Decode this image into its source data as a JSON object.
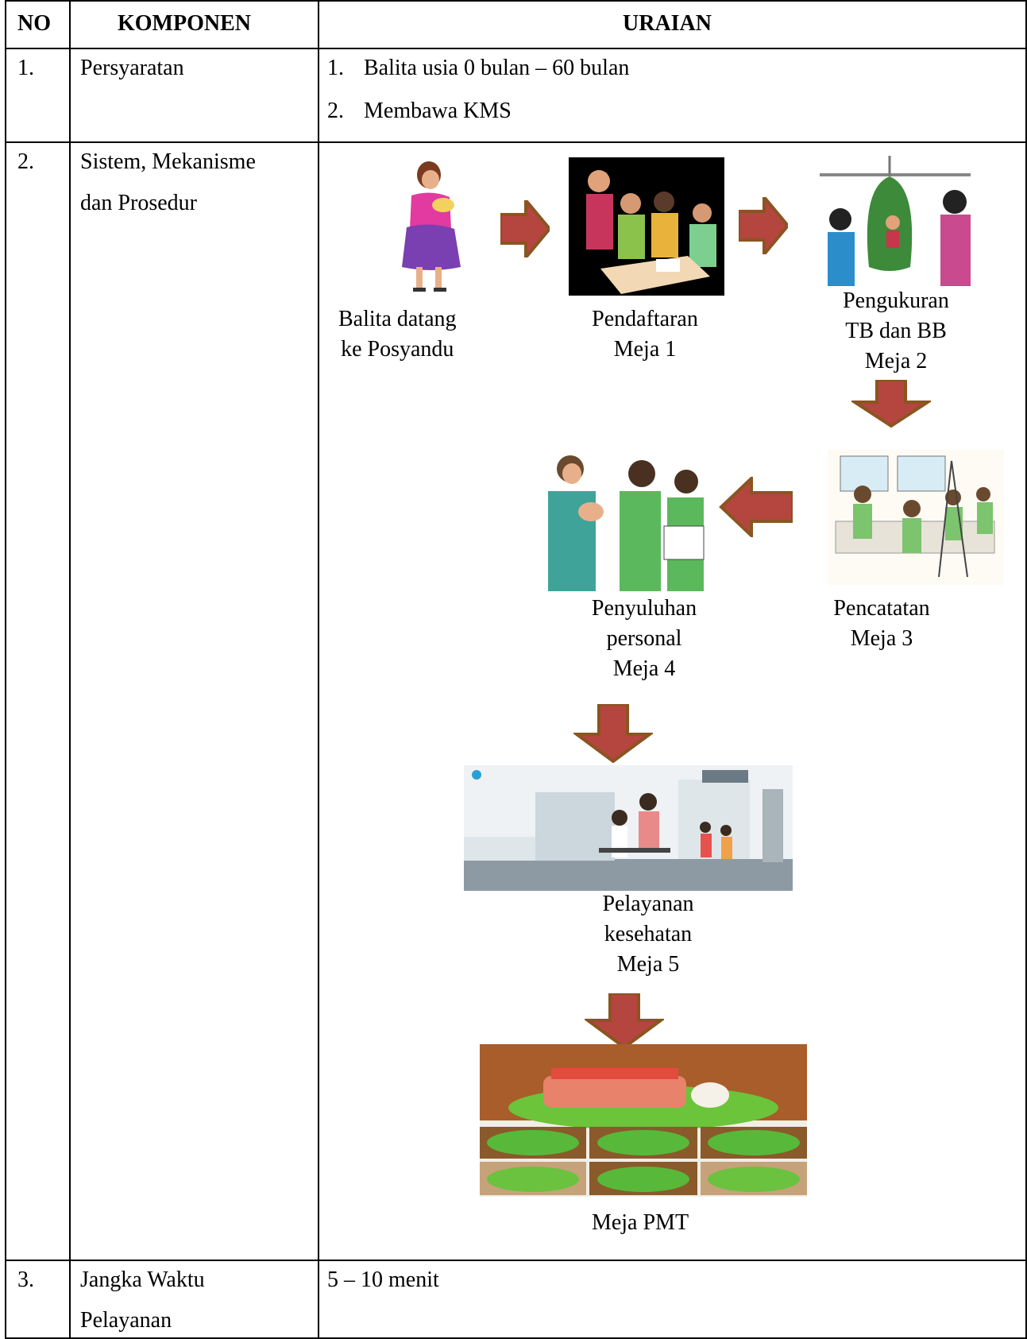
{
  "table": {
    "headers": {
      "no": "NO",
      "komponen": "KOMPONEN",
      "uraian": "URAIAN"
    },
    "rows": [
      {
        "no": "1.",
        "komponen": "Persyaratan",
        "items": [
          {
            "num": "1.",
            "text": "Balita usia 0 bulan – 60 bulan"
          },
          {
            "num": "2.",
            "text": "Membawa KMS"
          }
        ]
      },
      {
        "no": "2.",
        "komponen_line1": "Sistem, Mekanisme",
        "komponen_line2": "dan Prosedur",
        "flow": {
          "step1": [
            "Balita datang",
            "ke Posyandu"
          ],
          "step2": [
            "Pendaftaran",
            "Meja 1"
          ],
          "step3": [
            "Pengukuran",
            "TB dan BB",
            "Meja 2"
          ],
          "step4": [
            "Pencatatan",
            "Meja 3"
          ],
          "step5": [
            "Penyuluhan",
            "personal",
            "Meja 4"
          ],
          "step6": [
            "Pelayanan",
            "kesehatan",
            "Meja 5"
          ],
          "step7": [
            "Meja PMT"
          ]
        }
      },
      {
        "no": "3.",
        "komponen_line1": "Jangka Waktu",
        "komponen_line2": "Pelayanan",
        "uraian": "5 – 10 menit"
      }
    ]
  },
  "colors": {
    "arrow_fill": "#b5453f",
    "arrow_edge": "#8a5520",
    "border": "#000000"
  }
}
